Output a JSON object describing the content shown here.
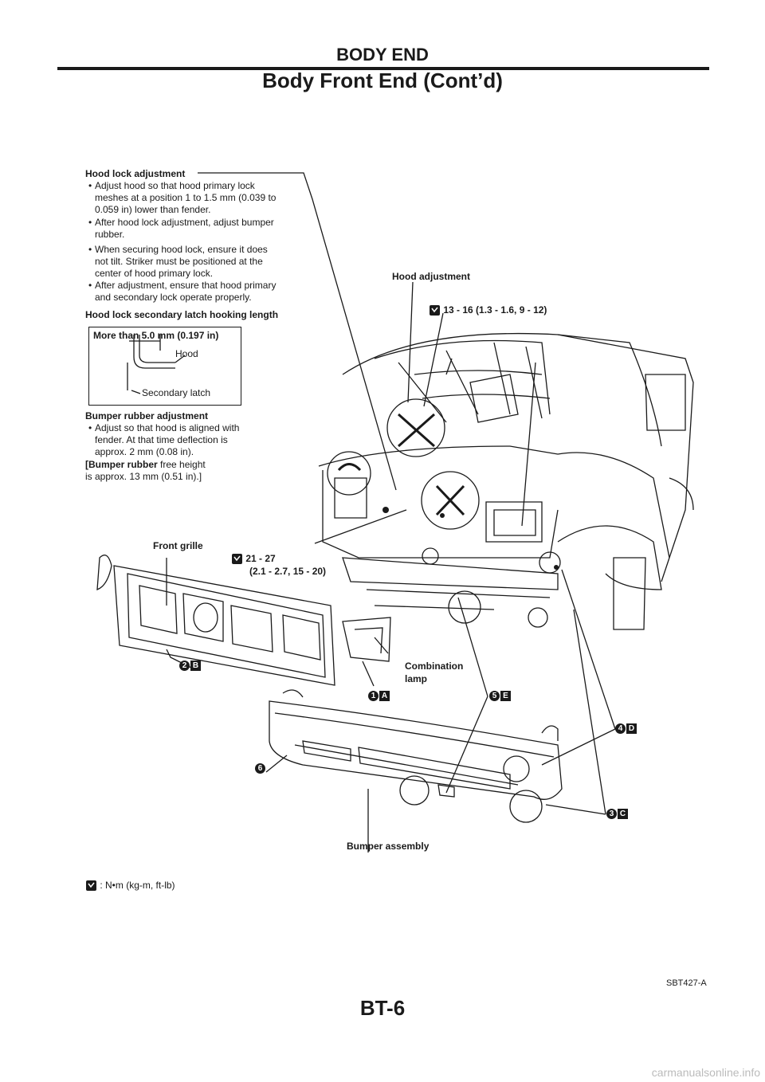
{
  "header": {
    "section": "BODY END",
    "title": "Body Front End (Cont’d)"
  },
  "hood_lock": {
    "title": "Hood lock adjustment",
    "bullets": [
      [
        "Adjust hood so that hood primary lock",
        "meshes at a position 1 to 1.5 mm (0.039 to",
        "0.059 in) lower than fender."
      ],
      [
        "After hood lock adjustment, adjust bumper",
        "rubber."
      ],
      [
        "When securing hood lock, ensure it does",
        "not tilt. Striker must be positioned at the",
        "center of hood primary lock."
      ],
      [
        "After adjustment, ensure that hood primary",
        "and secondary lock operate properly."
      ]
    ],
    "bullet_char": "•"
  },
  "secondary_latch": {
    "title": "Hood lock secondary latch hooking length",
    "box_heading": "More than 5.0 mm (0.197 in)",
    "hood_label": "Hood",
    "latch_label": "Secondary latch"
  },
  "bumper_rubber": {
    "title": "Bumper rubber adjustment",
    "bullet": [
      "Adjust so that hood is aligned with",
      "fender. At that time deflection is",
      "approx. 2 mm (0.08 in)."
    ],
    "note_l1_bold": "[Bumper rubber",
    "note_l1_rest": " free height",
    "note_l2": "is approx. 13 mm (0.51 in).]"
  },
  "labels": {
    "hood_adjustment": "Hood adjustment",
    "hood_torque": "13 - 16 (1.3 - 1.6, 9 - 12)",
    "front_grille": "Front grille",
    "grille_torque_1": "21 - 27",
    "grille_torque_2": "(2.1 - 2.7, 15 - 20)",
    "combination_lamp_1": "Combination",
    "combination_lamp_2": "lamp",
    "bumper_assembly": "Bumper assembly"
  },
  "callouts": [
    {
      "num": "1",
      "letter": "A"
    },
    {
      "num": "2",
      "letter": "B"
    },
    {
      "num": "3",
      "letter": "C"
    },
    {
      "num": "4",
      "letter": "D"
    },
    {
      "num": "5",
      "letter": "E"
    },
    {
      "num": "6",
      "letter": ""
    }
  ],
  "legend": {
    "text": ": N•m (kg-m, ft-lb)"
  },
  "figure_code": "SBT427-A",
  "page_number": "BT-6",
  "watermark": "carmanualsonline.info"
}
